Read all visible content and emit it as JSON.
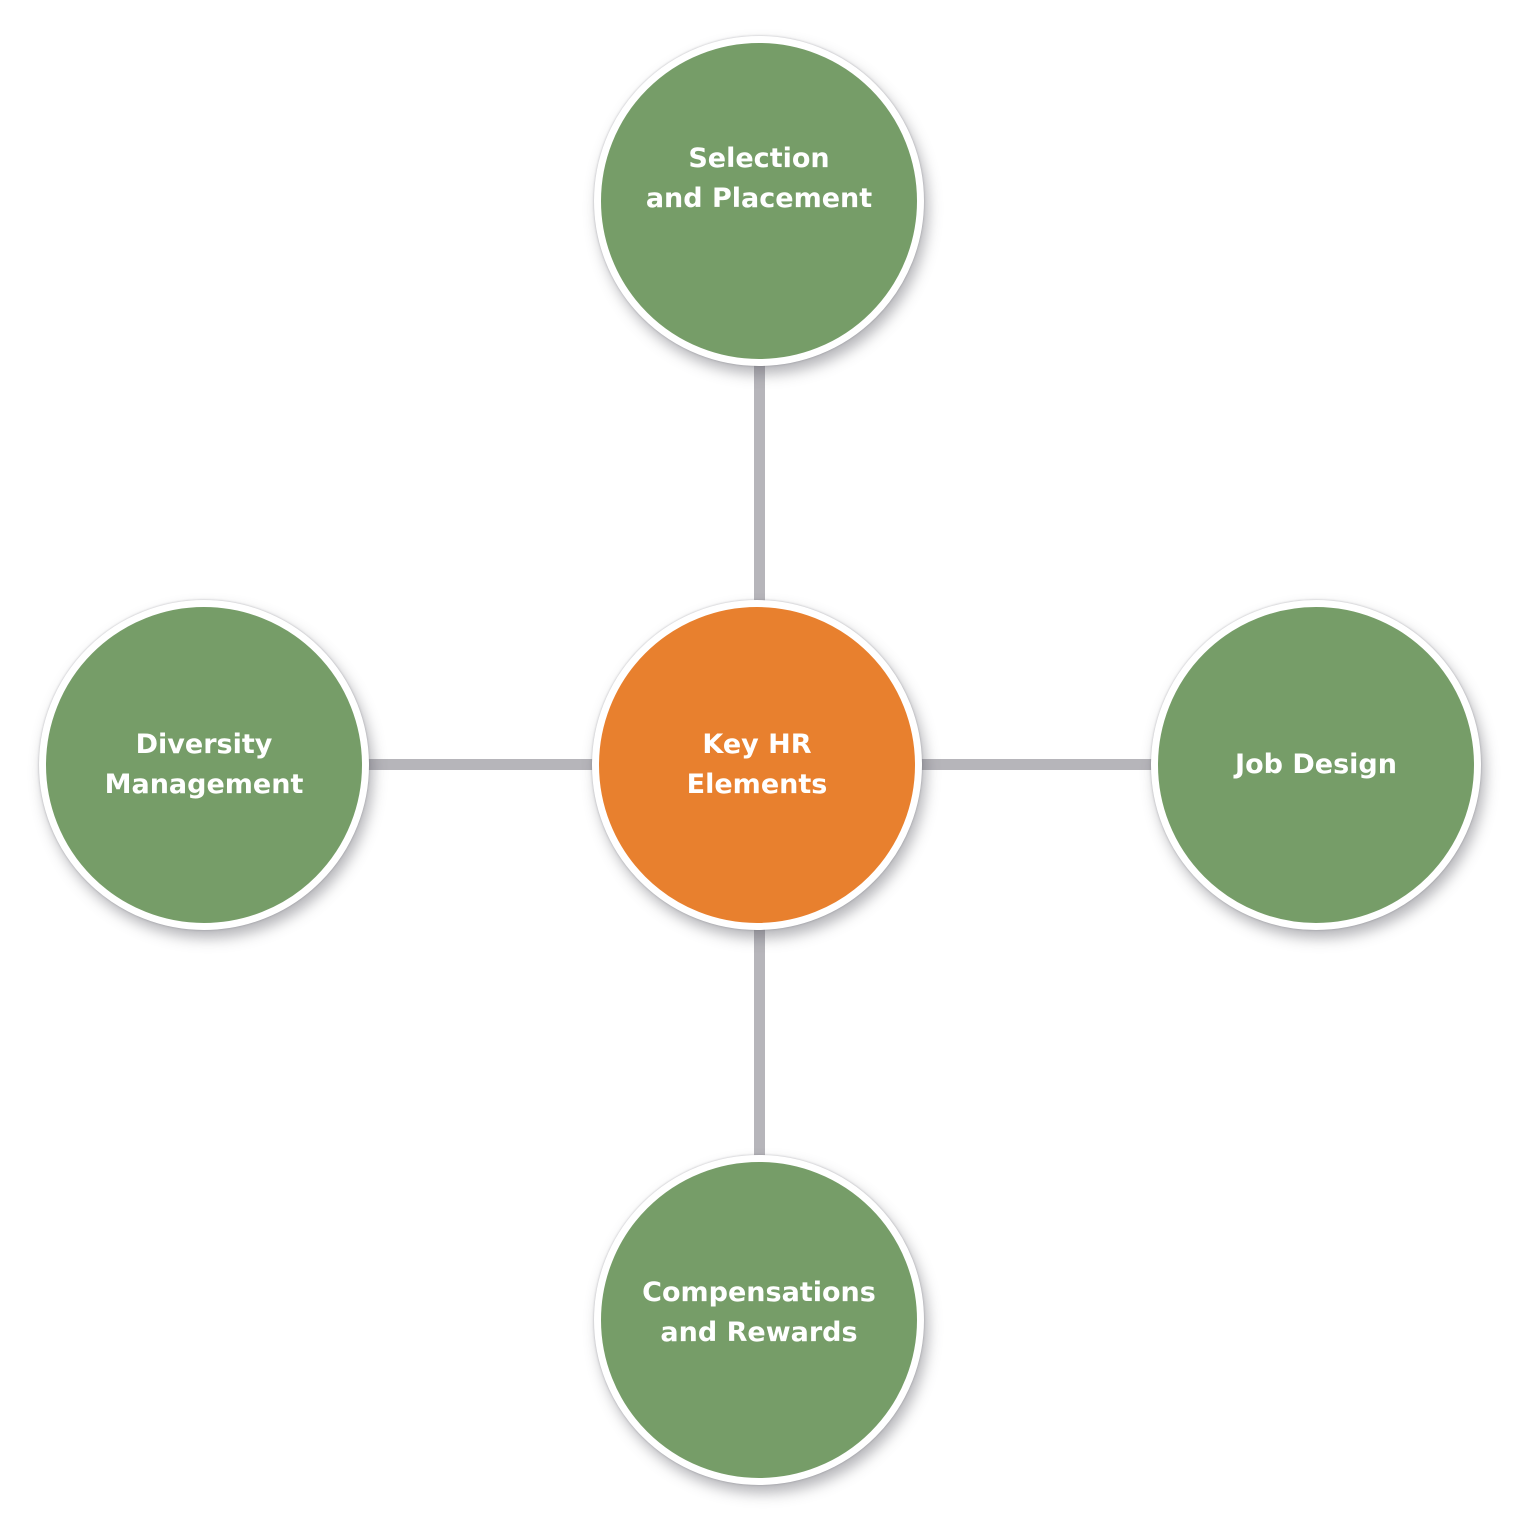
{
  "center": {
    "label": "Key HR\nElements",
    "color": "#e8802e"
  },
  "nodes": {
    "top": {
      "label": "Selection\nand Placement"
    },
    "left": {
      "label": "Diversity\nManagement"
    },
    "right": {
      "label": "Job Design"
    },
    "bottom": {
      "label": "Compensations\nand Rewards"
    }
  },
  "colors": {
    "node": "#769d68",
    "connector": "#b6b5ba"
  }
}
